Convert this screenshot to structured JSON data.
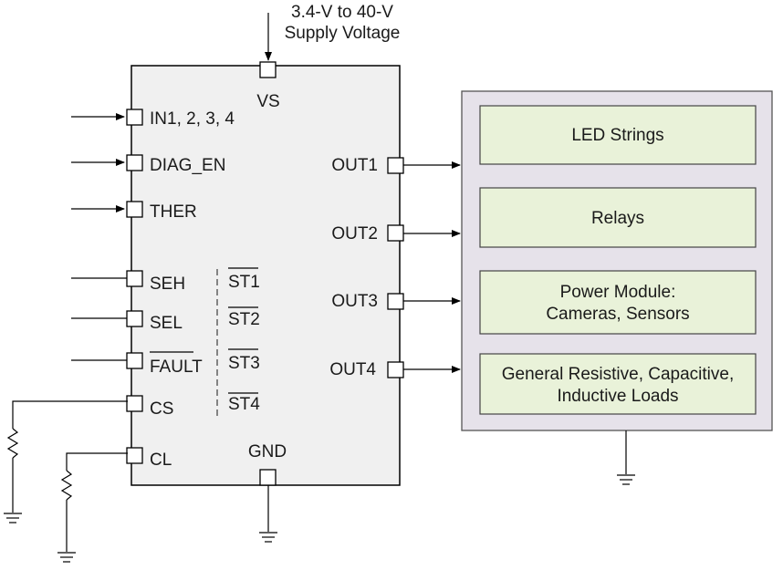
{
  "supply": {
    "line1": "3.4-V to 40-V",
    "line2": "Supply Voltage"
  },
  "ic": {
    "vs": "VS",
    "gnd": "GND",
    "left_pins": [
      "IN1, 2, 3, 4",
      "DIAG_EN",
      "THER",
      "SEH",
      "SEL",
      "FAULT",
      "CS",
      "CL"
    ],
    "status_pins": [
      "ST1",
      "ST2",
      "ST3",
      "ST4"
    ],
    "outputs": [
      "OUT1",
      "OUT2",
      "OUT3",
      "OUT4"
    ]
  },
  "loads": {
    "box1": "LED Strings",
    "box2": "Relays",
    "box3_line1": "Power Module:",
    "box3_line2": "Cameras, Sensors",
    "box4_line1": "General Resistive, Capacitive,",
    "box4_line2": "Inductive Loads"
  },
  "colors": {
    "load_fill": "#e9f2d9",
    "panel_fill": "#e6e2ea",
    "ic_fill": "#f0f0f0"
  }
}
